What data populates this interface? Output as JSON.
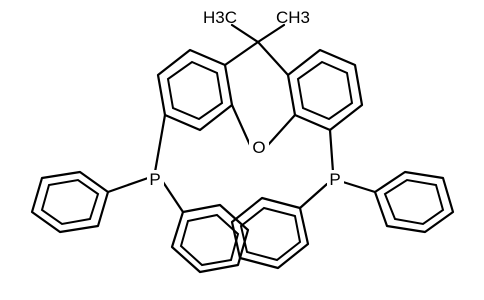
{
  "molecule": {
    "labels": {
      "methyl_left": "H3C",
      "methyl_right": "CH3",
      "oxygen": "O",
      "phosphorus_left": "P",
      "phosphorus_right": "P"
    },
    "colors": {
      "bond": "#000000",
      "background": "#ffffff"
    }
  }
}
